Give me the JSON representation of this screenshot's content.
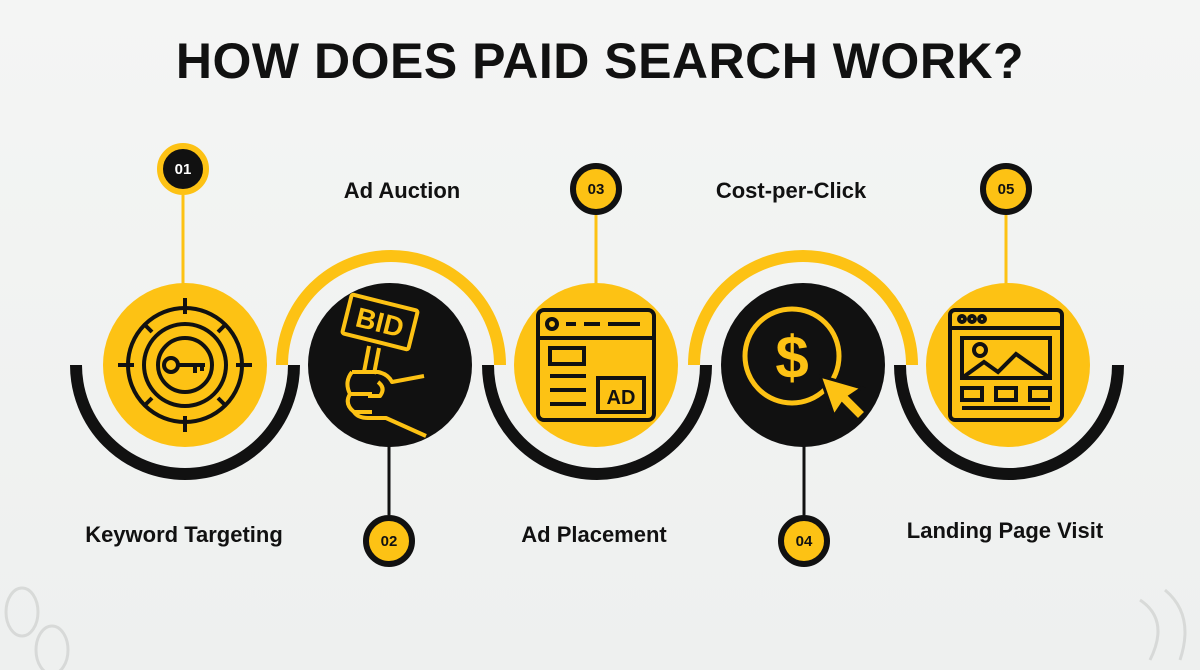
{
  "title": "HOW DOES PAID SEARCH WORK?",
  "steps": [
    {
      "number": "01",
      "label": "Keyword Targeting",
      "icon": "target-key-icon",
      "circle": "yellow"
    },
    {
      "number": "02",
      "label": "Ad Auction",
      "icon": "bid-sign-hand-icon",
      "circle": "black"
    },
    {
      "number": "03",
      "label": "Ad Placement",
      "icon": "webpage-ad-icon",
      "circle": "yellow"
    },
    {
      "number": "04",
      "label": "Cost-per-Click",
      "icon": "dollar-cursor-icon",
      "circle": "black"
    },
    {
      "number": "05",
      "label": "Landing Page Visit",
      "icon": "landing-page-icon",
      "circle": "yellow"
    }
  ],
  "icon_text": {
    "bid": "BID",
    "ad": "AD",
    "dollar": "$"
  },
  "colors": {
    "accent": "#fdc214",
    "dark": "#111111",
    "background": "#f1f2f1"
  }
}
